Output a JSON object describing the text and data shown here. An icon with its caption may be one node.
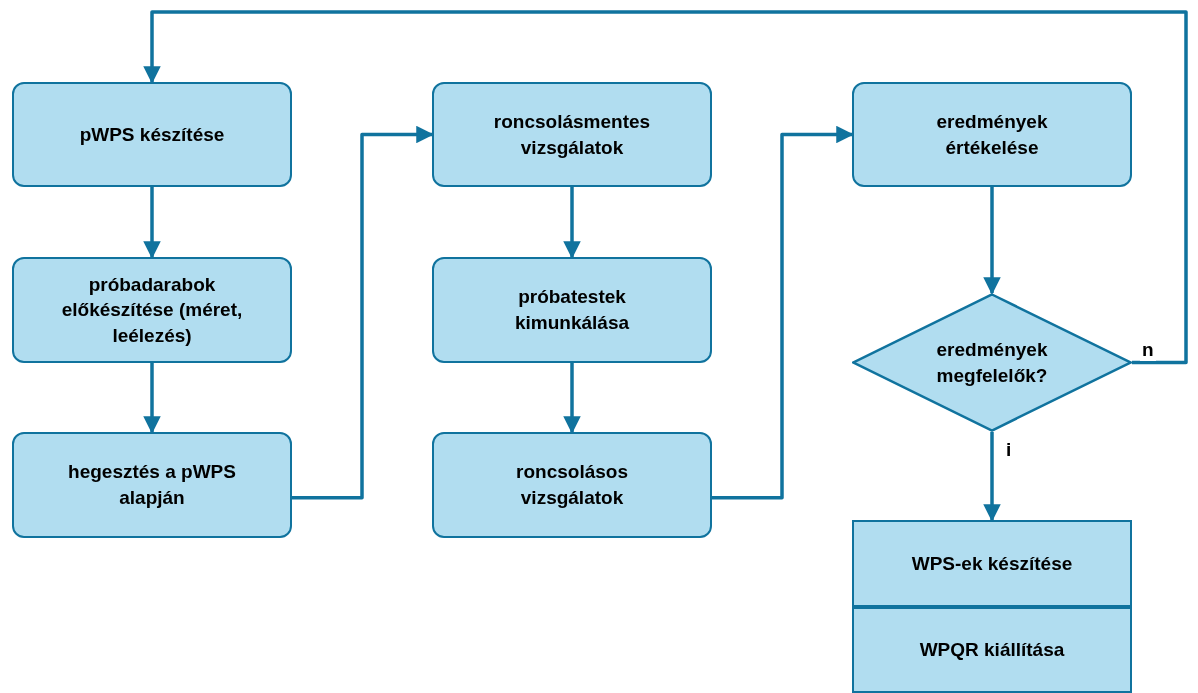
{
  "diagram": {
    "nodes": [
      {
        "text": [
          "pWPS készítése"
        ]
      },
      {
        "text": [
          "próbadarabok előkészítése (méret, leélezés)"
        ]
      },
      {
        "text": [
          "hegesztés a pWPS alapján"
        ]
      },
      {
        "text": [
          "roncsolásmentes vizsgálatok"
        ]
      },
      {
        "text": [
          "próbatestek kimunkálása"
        ]
      },
      {
        "text": [
          "roncsolásos vizsgálatok"
        ]
      },
      {
        "text": [
          "eredmények értékelése"
        ]
      },
      {
        "text": [
          "eredmények megfelelők?"
        ]
      },
      {
        "text": [
          "WPS-ek készítése"
        ]
      },
      {
        "text": [
          "WPQR kiállítása"
        ]
      }
    ],
    "edges": [
      {
        "from": 0,
        "to": 1,
        "arrow": "to"
      },
      {
        "from": 1,
        "to": 2,
        "arrow": "to"
      },
      {
        "from": 2,
        "to": 3,
        "arrow": "to"
      },
      {
        "from": 3,
        "to": 4,
        "arrow": "to"
      },
      {
        "from": 4,
        "to": 5,
        "arrow": "to"
      },
      {
        "from": 5,
        "to": 6,
        "arrow": "to"
      },
      {
        "from": 6,
        "to": 7,
        "arrow": "to"
      },
      {
        "from": 7,
        "to": 8,
        "arrow": "to",
        "label": "i"
      },
      {
        "from": 7,
        "to": 0,
        "arrow": "to",
        "label": "n"
      }
    ]
  }
}
